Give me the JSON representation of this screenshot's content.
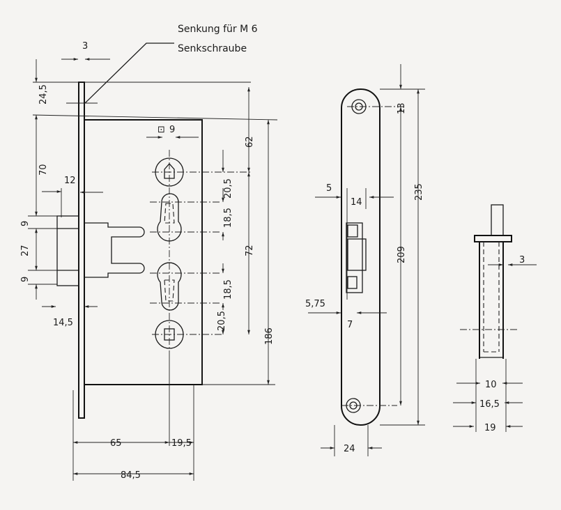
{
  "note": {
    "line1": "Senkung für M 6",
    "line2": "Senkschraube"
  },
  "lock_case_dims": {
    "faceplate_thickness": "3",
    "top_offset": "24,5",
    "top_to_spindle": "62",
    "case_to_latch": "70",
    "latch_projection": "12",
    "latch_height_top": "9",
    "latch_gap": "27",
    "latch_height_bottom": "9",
    "bolt_projection": "14,5",
    "square_spindle": "9",
    "spindle_to_cyl": "20,5",
    "cyl_length_top": "18,5",
    "distance": "72",
    "cyl_length_bottom": "18,5",
    "cyl_to_spindle": "20,5",
    "case_height": "186",
    "backset": "65",
    "spindle_offset": "19,5",
    "case_depth": "84,5"
  },
  "strike_plate_dims": {
    "top_hole": "13",
    "total_length": "235",
    "edge_offset_top": "5",
    "opening_width": "14",
    "hole_distance": "209",
    "edge_offset_bottom": "5,75",
    "bottom_width": "7",
    "plate_width": "24"
  },
  "side_view_dims": {
    "plate": "3",
    "inner": "10",
    "middle": "16,5",
    "outer": "19"
  }
}
